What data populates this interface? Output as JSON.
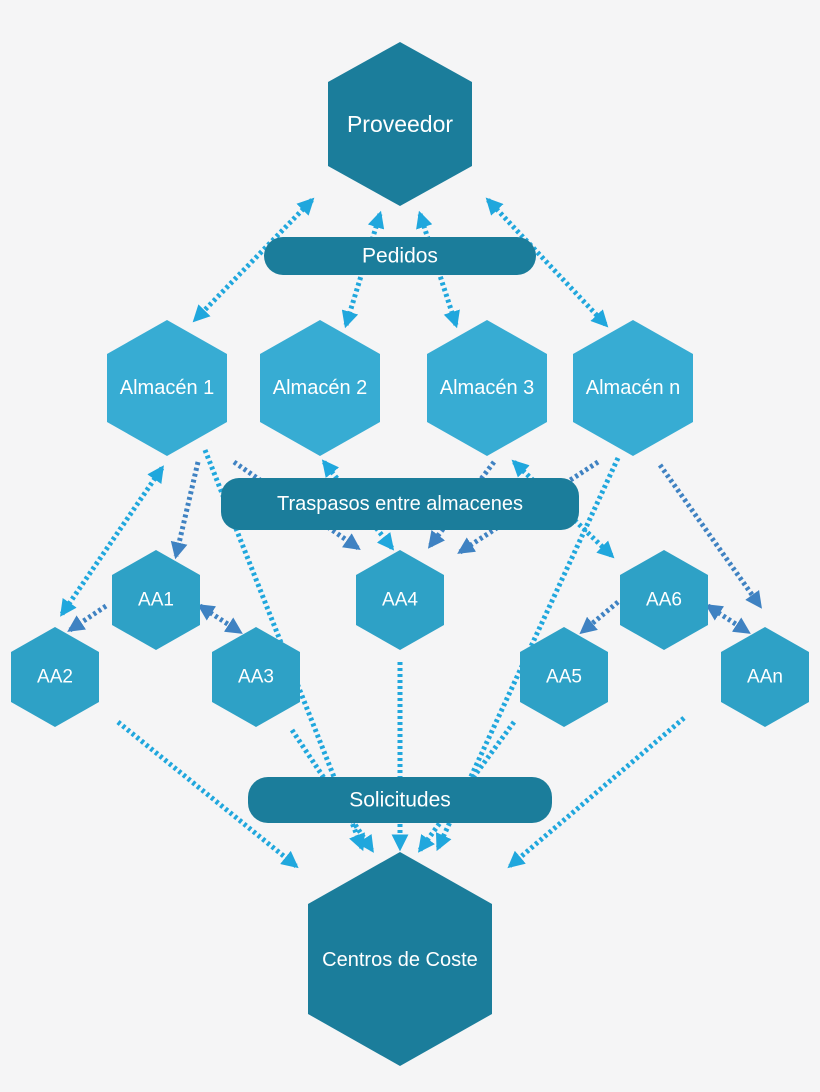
{
  "colors": {
    "dark": "#1b7d9b",
    "mid": "#2ea1c6",
    "light": "#37acd3",
    "arrow_cyan": "#20a7dd",
    "arrow_steel": "#3f82c2",
    "background": "#f5f5f6"
  },
  "nodes": {
    "proveedor": "Proveedor",
    "almacen1": "Almacén 1",
    "almacen2": "Almacén 2",
    "almacen3": "Almacén 3",
    "almacenN": "Almacén n",
    "aa1": "AA1",
    "aa2": "AA2",
    "aa3": "AA3",
    "aa4": "AA4",
    "aa5": "AA5",
    "aa6": "AA6",
    "aan": "AAn",
    "centros": "Centros de Coste"
  },
  "bars": {
    "pedidos": "Pedidos",
    "traspasos": "Traspasos entre almacenes",
    "solicitudes": "Solicitudes"
  }
}
